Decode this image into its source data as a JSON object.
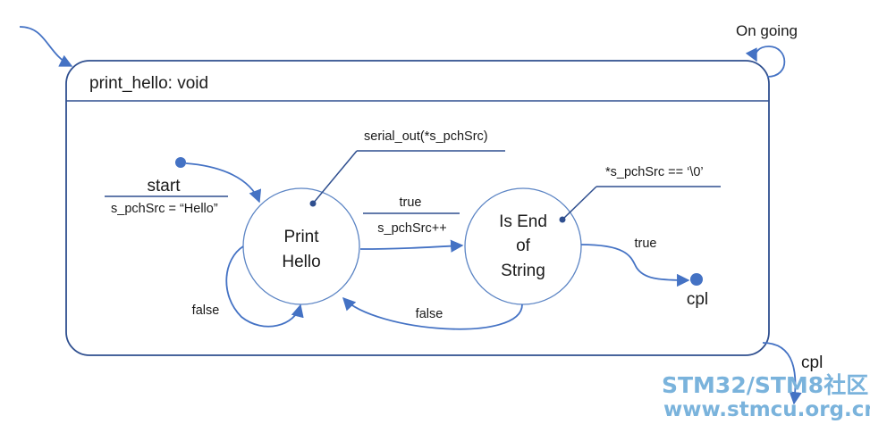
{
  "diagram": {
    "entry_state": "print_hello: void",
    "self_transition_label": "On going",
    "exit_label": "cpl",
    "initial": {
      "label": "start",
      "action": "s_pchSrc = “Hello”"
    },
    "states": [
      {
        "id": "print",
        "label_lines": [
          "Print",
          "Hello"
        ],
        "note": "serial_out(*s_pchSrc)"
      },
      {
        "id": "is_end",
        "label_lines": [
          "Is End",
          "of",
          "String"
        ],
        "note": "*s_pchSrc == ‘\\0’"
      }
    ],
    "transitions": {
      "print_to_is_end": {
        "guard": "true",
        "action": "s_pchSrc++"
      },
      "is_end_to_print": {
        "guard": "false"
      },
      "print_self": {
        "guard": "false"
      },
      "is_end_to_final": {
        "guard": "true"
      }
    },
    "final": {
      "label": "cpl"
    }
  },
  "watermark": {
    "line1": "STM32/STM8社区",
    "line2": "www.stmcu.org.cn"
  },
  "colors": {
    "line": "#4472c4",
    "dot": "#4472c4",
    "box_border": "#2f4f8f",
    "circle_border": "#5b84c4",
    "watermark": "#7ab3dc"
  }
}
